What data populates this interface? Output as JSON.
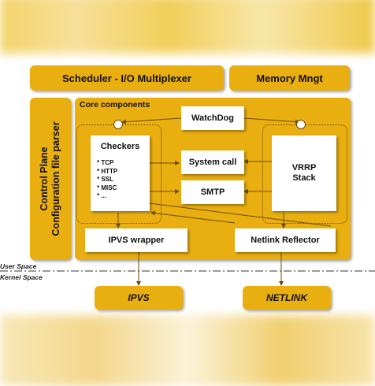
{
  "header": {
    "scheduler_label": "Scheduler - I/O Multiplexer",
    "memory_label": "Memory Mngt"
  },
  "control_plane": {
    "line1": "Control Plane",
    "line2": "Configuration file parser"
  },
  "core": {
    "title": "Core components",
    "watchdog": "WatchDog",
    "checkers": {
      "title": "Checkers",
      "items": [
        "* TCP",
        "* HTTP",
        "* SSL",
        "* MISC",
        "* ..."
      ]
    },
    "system_call": "System call",
    "smtp": "SMTP",
    "vrrp_line1": "VRRP",
    "vrrp_line2": "Stack",
    "ipvs_wrapper": "IPVS wrapper",
    "netlink_reflector": "Netlink Reflector"
  },
  "spaces": {
    "user": "User Space",
    "kernel": "Kernel Space"
  },
  "kernel": {
    "ipvs": "IPVS",
    "netlink": "NETLINK"
  },
  "colors": {
    "gold": "#e9ae10",
    "box": "#ffffff",
    "line": "#6b4a00"
  }
}
